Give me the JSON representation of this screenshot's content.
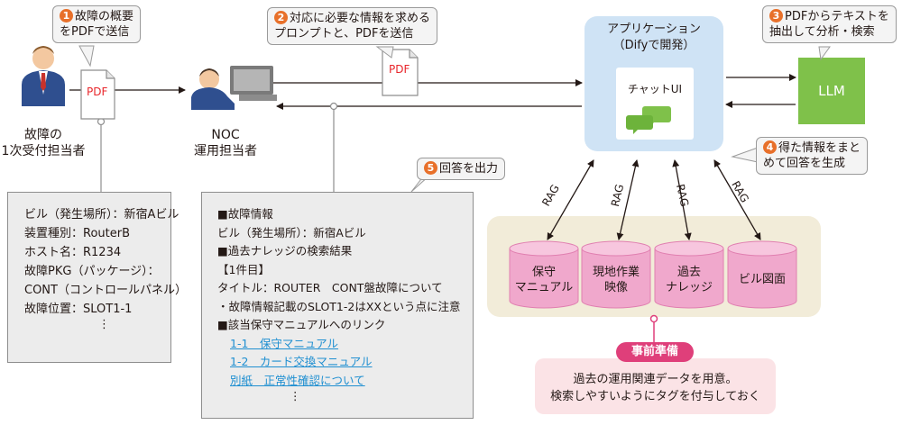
{
  "callouts": {
    "c1": {
      "num": "1",
      "lines": [
        "故障の概要",
        "をPDFで送信"
      ]
    },
    "c2": {
      "num": "2",
      "lines": [
        "対応に必要な情報を求める",
        "プロンプトと、PDFを送信"
      ]
    },
    "c3": {
      "num": "3",
      "lines": [
        "PDFからテキストを",
        "抽出して分析・検索"
      ]
    },
    "c4": {
      "num": "4",
      "lines": [
        "得た情報をまと",
        "めて回答を生成"
      ]
    },
    "c5": {
      "num": "5",
      "lines": [
        "回答を出力"
      ]
    }
  },
  "actors": {
    "reporter": {
      "lines": [
        "故障の",
        "1次受付担当者"
      ]
    },
    "noc": {
      "lines": [
        "NOC",
        "運用担当者"
      ]
    }
  },
  "pdf_label": "PDF",
  "app": {
    "lines": [
      "アプリケーション",
      "（Difyで開発）"
    ],
    "chat_label": "チャットUI"
  },
  "llm": "LLM",
  "rag_label": "RAG",
  "databases": [
    {
      "lines": [
        "保守",
        "マニュアル"
      ]
    },
    {
      "lines": [
        "現地作業",
        "映像"
      ]
    },
    {
      "lines": [
        "過去",
        "ナレッジ"
      ]
    },
    {
      "lines": [
        "ビル図面"
      ]
    }
  ],
  "prep": {
    "badge": "事前準備",
    "lines": [
      "過去の運用関連データを用意。",
      "検索しやすいようにタグを付与しておく"
    ]
  },
  "fault_panel": [
    "ビル（発生場所）：新宿Aビル",
    "装置種別：RouterB",
    "ホスト名：R1234",
    "故障PKG（パッケージ）：",
    "CONT（コントロールパネル）",
    "故障位置：SLOT1-1",
    "⋮"
  ],
  "answer_panel": {
    "lines": [
      "■故障情報",
      "ビル（発生場所）：新宿Aビル",
      "■過去ナレッジの検索結果",
      "【1件目】",
      "タイトル：ROUTER　CONT盤故障について",
      "・故障情報記載のSLOT1-2はXXという点に注意",
      "■該当保守マニュアルへのリンク"
    ],
    "links": [
      "1-1　保守マニュアル",
      "1-2　カード交換マニュアル",
      "別紙　正常性確認について"
    ],
    "more": "⋮"
  },
  "colors": {
    "accent": "#e8702a",
    "app_bg": "#cfe3f5",
    "llm": "#7fc14a",
    "db": "#f0a8cc",
    "panel": "#ececec",
    "prep_bg": "#fbe3e6",
    "prep_badge": "#df3f7a",
    "link": "#1f8fd1"
  }
}
